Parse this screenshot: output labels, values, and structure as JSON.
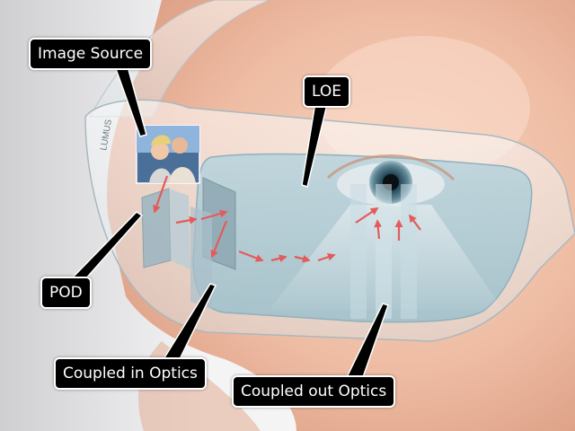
{
  "labels": {
    "image_source": "Image Source",
    "loe": "LOE",
    "pod": "POD",
    "coupled_in": "Coupled in Optics",
    "coupled_out": "Coupled out Optics"
  },
  "frame_brand_text": "LUMUS",
  "colors": {
    "background": "#e9e9ea",
    "skin": "#f2c4ad",
    "lens_tint": "#a9c9d6",
    "ray_arrows": "#e35b5b",
    "callout_bg": "#000000",
    "callout_text": "#ffffff"
  },
  "icons": [
    "face-figure",
    "eyeglasses-frame",
    "light-ray-arrow",
    "eye"
  ]
}
